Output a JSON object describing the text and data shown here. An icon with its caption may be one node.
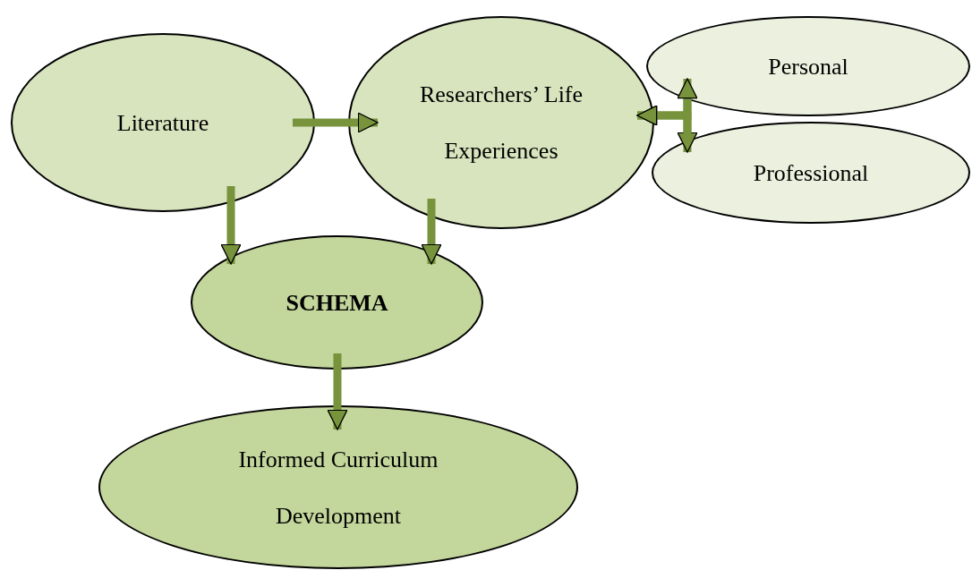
{
  "diagram": {
    "nodes": [
      {
        "text": [
          "Literature"
        ]
      },
      {
        "text": [
          "Researchers’ Life Experiences"
        ]
      },
      {
        "text": [
          "Personal"
        ]
      },
      {
        "text": [
          "Professional"
        ]
      },
      {
        "text": [
          "SCHEMA"
        ]
      },
      {
        "text": [
          "Informed Curriculum Development"
        ]
      }
    ],
    "edges": [
      {
        "from": 0,
        "to": 1,
        "arrow": "to"
      },
      {
        "from": 0,
        "to": 4,
        "arrow": "to"
      },
      {
        "from": 1,
        "to": 4,
        "arrow": "to"
      },
      {
        "from": 2,
        "to": 3,
        "arrow": "both"
      },
      {
        "from": 2,
        "to": 1,
        "arrow": "to"
      },
      {
        "from": 3,
        "to": 1,
        "arrow": "to"
      },
      {
        "from": 4,
        "to": 5,
        "arrow": "to"
      }
    ]
  }
}
